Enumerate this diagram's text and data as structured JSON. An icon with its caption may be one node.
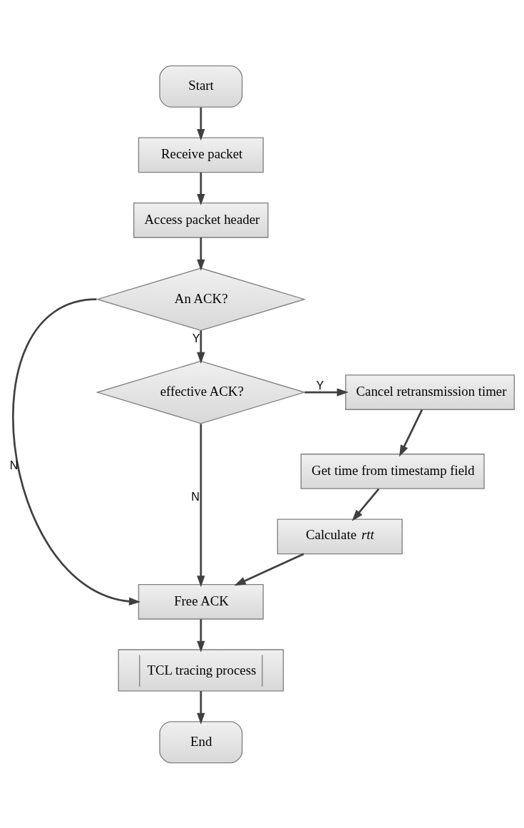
{
  "diagram": {
    "nodes": [
      {
        "text": [
          "Start"
        ]
      },
      {
        "text": [
          "Receive packet"
        ]
      },
      {
        "text": [
          "Access packet header"
        ]
      },
      {
        "text": [
          "An ACK?"
        ]
      },
      {
        "text": [
          "effective ACK?"
        ]
      },
      {
        "text": [
          "Cancel retransmission timer"
        ]
      },
      {
        "text": [
          "Get time from timestamp field"
        ]
      },
      {
        "text": [
          "Calculate *rtt*"
        ]
      },
      {
        "text": [
          "Free ACK"
        ]
      },
      {
        "text": [
          "TCL tracing process"
        ]
      },
      {
        "text": [
          "End"
        ]
      }
    ],
    "edges": [
      {
        "from": 0,
        "to": 1,
        "arrow": "to"
      },
      {
        "from": 1,
        "to": 2,
        "arrow": "to"
      },
      {
        "from": 2,
        "to": 3,
        "arrow": "to"
      },
      {
        "from": 3,
        "to": 4,
        "arrow": "to",
        "label": "Y"
      },
      {
        "from": 4,
        "to": 5,
        "arrow": "to",
        "label": "Y"
      },
      {
        "from": 5,
        "to": 6,
        "arrow": "to"
      },
      {
        "from": 6,
        "to": 7,
        "arrow": "to"
      },
      {
        "from": 7,
        "to": 8,
        "arrow": "to"
      },
      {
        "from": 4,
        "to": 8,
        "arrow": "to",
        "label": "N"
      },
      {
        "from": 3,
        "to": 8,
        "arrow": "to",
        "label": "N"
      },
      {
        "from": 8,
        "to": 9,
        "arrow": "to"
      },
      {
        "from": 9,
        "to": 10,
        "arrow": "to"
      }
    ]
  }
}
